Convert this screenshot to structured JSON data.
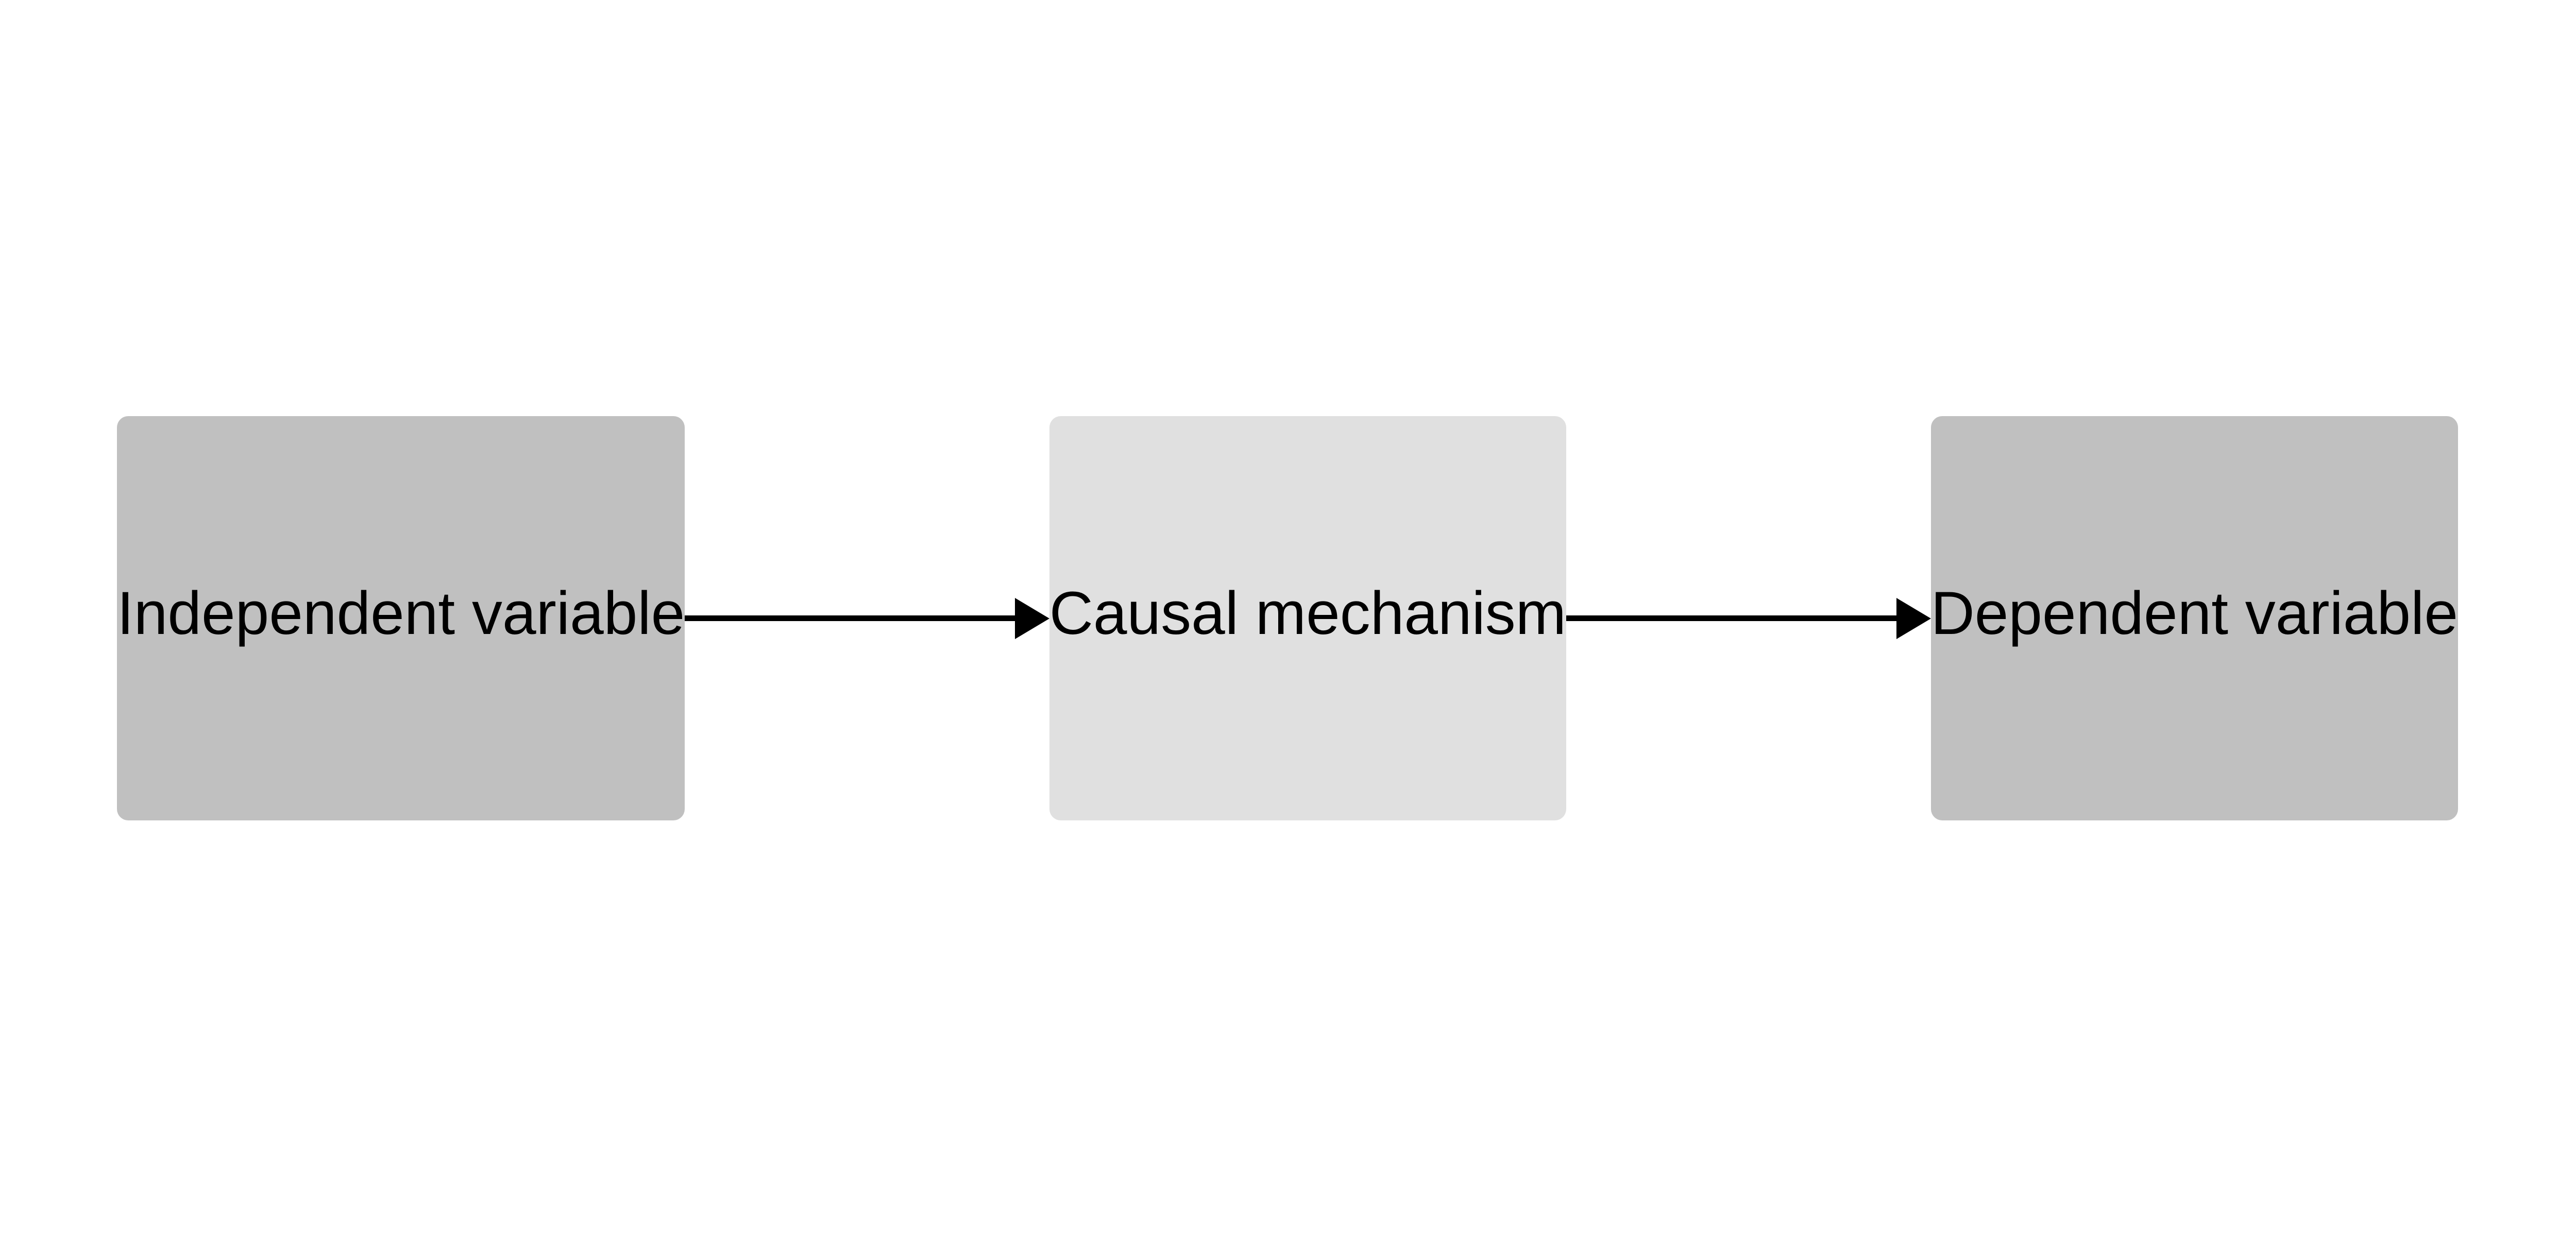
{
  "diagram": {
    "nodes": [
      {
        "id": "independent",
        "label": "Independent variable",
        "color": "#c0c0c0"
      },
      {
        "id": "mechanism",
        "label": "Causal mechanism",
        "color": "#e0e0e0"
      },
      {
        "id": "dependent",
        "label": "Dependent variable",
        "color": "#c0c0c0"
      }
    ],
    "edges": [
      {
        "from": "independent",
        "to": "mechanism"
      },
      {
        "from": "mechanism",
        "to": "dependent"
      }
    ],
    "edge_color": "#000000"
  }
}
